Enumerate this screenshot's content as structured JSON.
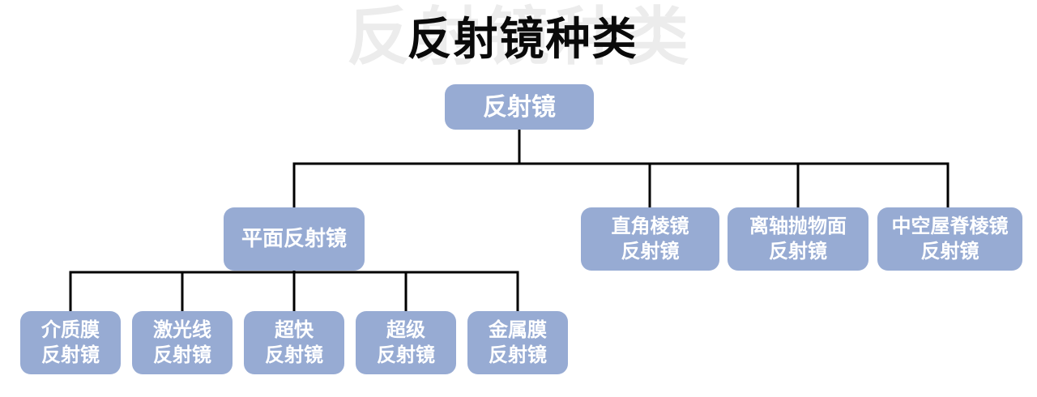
{
  "title": {
    "text": "反射镜种类",
    "watermark_text": "反射镜种类"
  },
  "colors": {
    "page_bg": "#ffffff",
    "title_color": "#0a0a0a",
    "watermark_color": "#ececec",
    "node_fill": "#97abd3",
    "node_text": "#ffffff",
    "connector": "#000000"
  },
  "tree": {
    "root": {
      "label": "反射镜"
    },
    "level2": [
      {
        "id": "plane",
        "label": "平面反射镜",
        "lines": [
          "平面反射镜"
        ]
      },
      {
        "id": "right-angle",
        "label": "直角棱镜反射镜",
        "lines": [
          "直角棱镜",
          "反射镜"
        ]
      },
      {
        "id": "off-axis",
        "label": "离轴抛物面反射镜",
        "lines": [
          "离轴抛物面",
          "反射镜"
        ]
      },
      {
        "id": "hollow-roof",
        "label": "中空屋脊棱镜反射镜",
        "lines": [
          "中空屋脊棱镜",
          "反射镜"
        ]
      }
    ],
    "level3_parent_label": "平面反射镜",
    "level3": [
      {
        "id": "dielectric",
        "label": "介质膜反射镜",
        "lines": [
          "介质膜",
          "反射镜"
        ]
      },
      {
        "id": "laser-line",
        "label": "激光线反射镜",
        "lines": [
          "激光线",
          "反射镜"
        ]
      },
      {
        "id": "ultrafast",
        "label": "超快反射镜",
        "lines": [
          "超快",
          "反射镜"
        ]
      },
      {
        "id": "super",
        "label": "超级反射镜",
        "lines": [
          "超级",
          "反射镜"
        ]
      },
      {
        "id": "metallic",
        "label": "金属膜反射镜",
        "lines": [
          "金属膜",
          "反射镜"
        ]
      }
    ]
  }
}
